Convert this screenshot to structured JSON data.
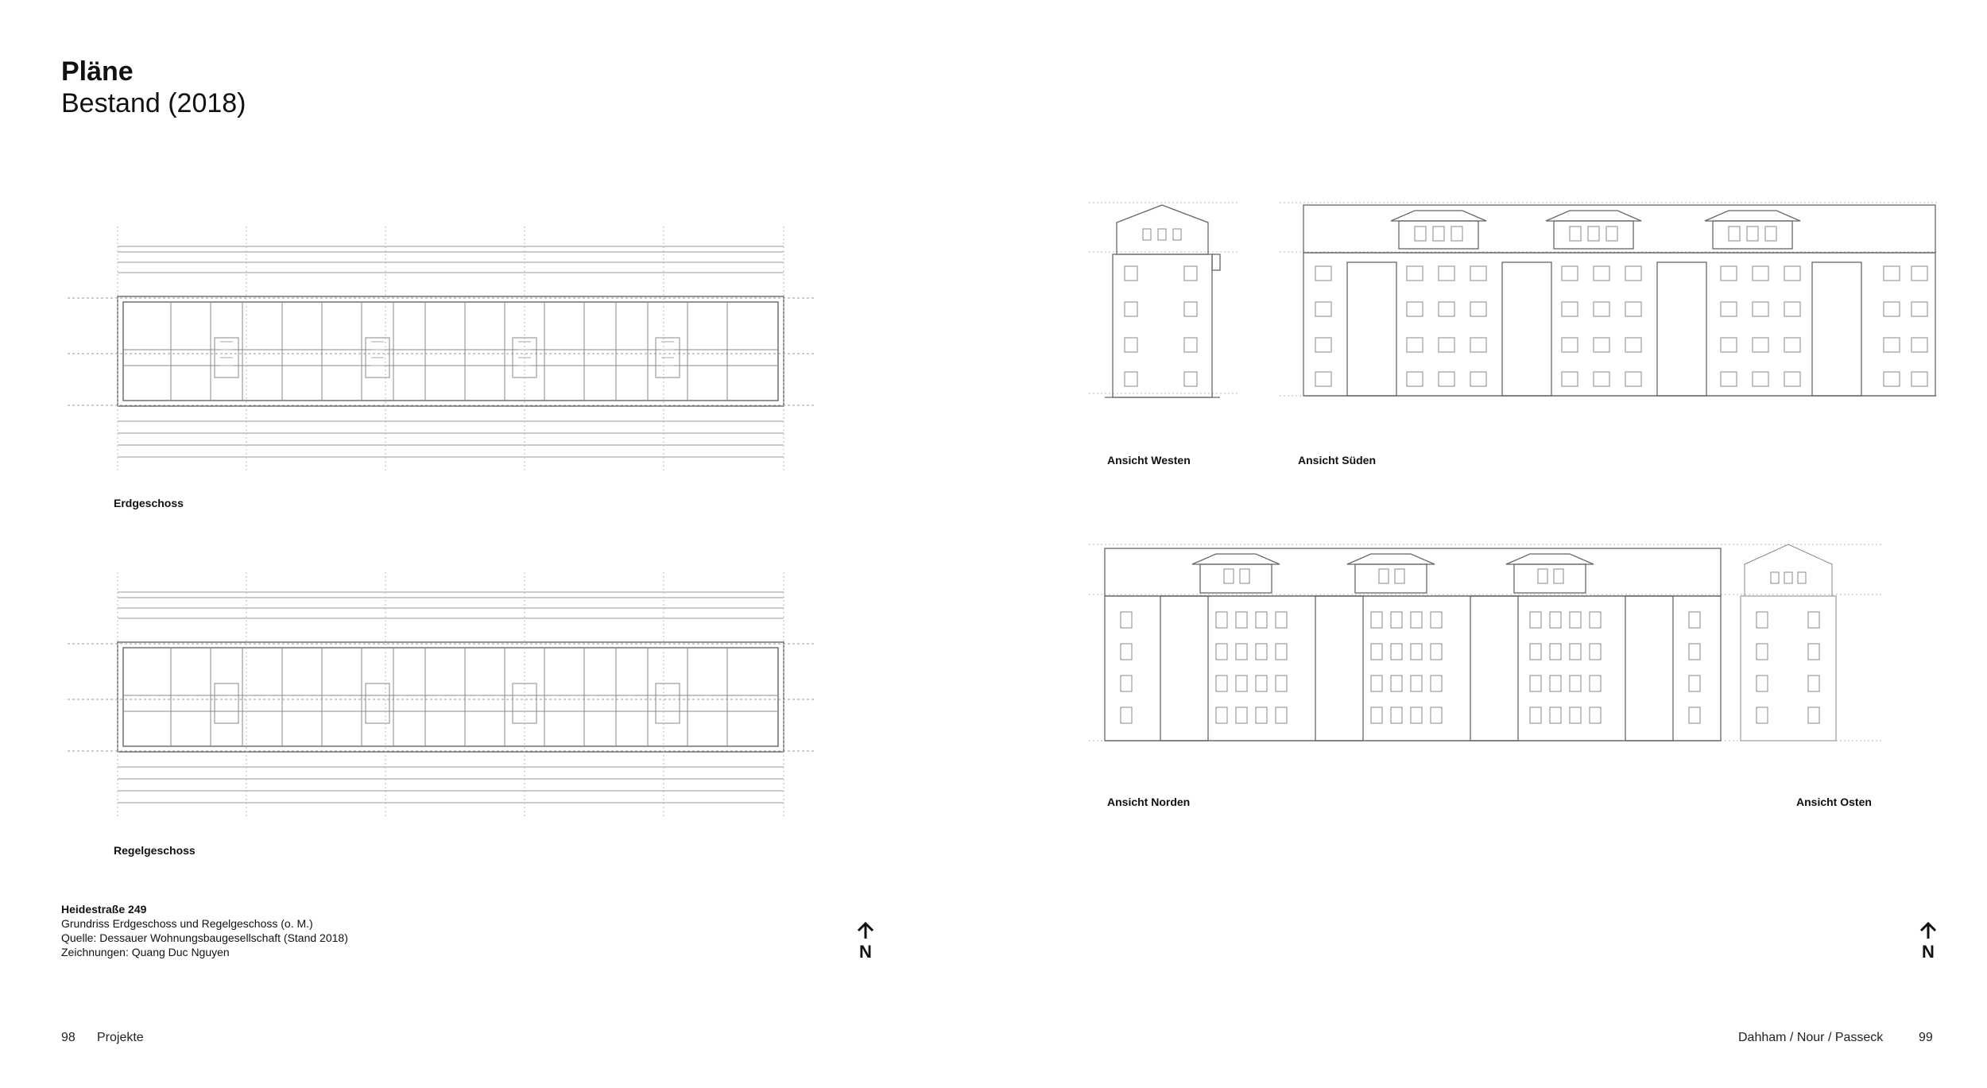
{
  "left": {
    "title": "Pläne",
    "subtitle": "Bestand (2018)",
    "plans": [
      {
        "label": "Erdgeschoss"
      },
      {
        "label": "Regelgeschoss"
      }
    ],
    "credits": {
      "title": "Heidestraße 249",
      "lines": [
        "Grundriss Erdgeschoss und Regelgeschoss (o. M.)",
        "Quelle: Dessauer Wohnungsbaugesellschaft (Stand 2018)",
        "Zeichnungen: Quang Duc Nguyen"
      ]
    },
    "north_letter": "N",
    "page_number": "98",
    "section": "Projekte"
  },
  "right": {
    "elevations": [
      {
        "label": "Ansicht Westen"
      },
      {
        "label": "Ansicht Süden"
      },
      {
        "label": "Ansicht Norden"
      },
      {
        "label": "Ansicht Osten"
      }
    ],
    "north_letter": "N",
    "authors": "Dahham / Nour / Passeck",
    "page_number": "99"
  }
}
